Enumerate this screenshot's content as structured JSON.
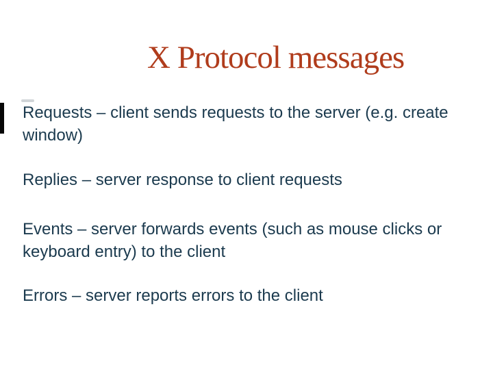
{
  "slide": {
    "title": "X Protocol messages",
    "title_color": "#b03c1c",
    "body_color": "#1b3a4e",
    "paragraphs": [
      {
        "lines": [
          "Requests – client sends requests to the server (e.g. create",
          "window)"
        ]
      },
      {
        "lines": [
          "Replies – server response to client requests"
        ]
      },
      {
        "lines": [
          "Events – server forwards events (such as mouse clicks or",
          "keyboard entry) to the client"
        ]
      },
      {
        "lines": [
          "Errors – server reports errors to the client"
        ]
      }
    ],
    "artifacts": {
      "left_edge_bar_color": "#060606",
      "smudge_color": "#c6cbce"
    }
  }
}
